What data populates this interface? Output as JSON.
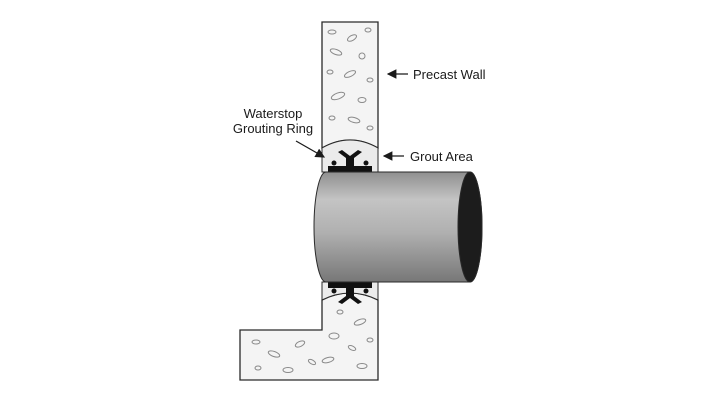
{
  "labels": {
    "precast_wall": "Precast Wall",
    "grout_area": "Grout Area",
    "waterstop_ring_line1": "Waterstop",
    "waterstop_ring_line2": "Grouting Ring"
  },
  "colors": {
    "concrete": "#f4f4f4",
    "outline": "#2a2a2a",
    "aggregate": "#8a8a8a",
    "pipe_light": "#bdbdbd",
    "pipe_dark": "#7c7c7c",
    "pipe_opening": "#1c1c1c",
    "ring": "#111111",
    "grout": "#e6e6e6"
  }
}
